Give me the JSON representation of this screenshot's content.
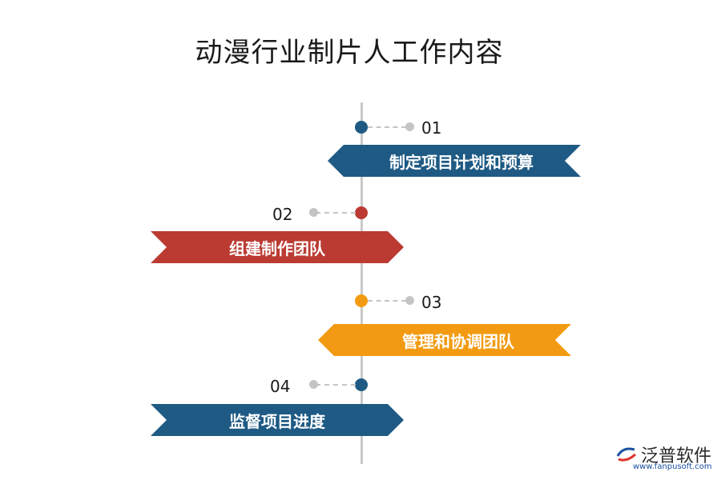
{
  "title": "动漫行业制片人工作内容",
  "steps": [
    {
      "number": "01",
      "label": "制定项目计划和预算",
      "color": "#1e5a84"
    },
    {
      "number": "02",
      "label": "组建制作团队",
      "color": "#bb3b33"
    },
    {
      "number": "03",
      "label": "管理和协调团队",
      "color": "#f29b12"
    },
    {
      "number": "04",
      "label": "监督项目进度",
      "color": "#1e5a84"
    }
  ],
  "logo": {
    "name": "泛普软件",
    "url": "www.fanpusoft.com",
    "colors": {
      "blue": "#1a4fa0",
      "red": "#e0322b"
    }
  }
}
